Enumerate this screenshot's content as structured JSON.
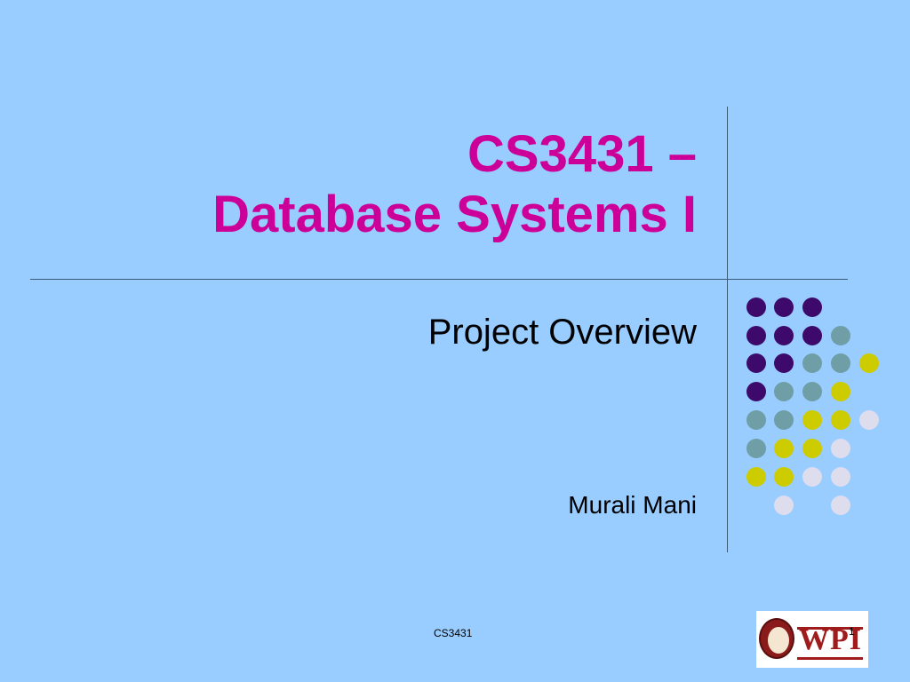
{
  "slide": {
    "title_line1": "CS3431 –",
    "title_line2": "Database Systems I",
    "subtitle": "Project Overview",
    "author": "Murali Mani",
    "footer": "CS3431",
    "page_number": "1"
  },
  "logo": {
    "text": "WPI",
    "icon": "wpi-seal-icon"
  },
  "colors": {
    "background": "#99ccff",
    "title": "#cc0099",
    "dot_purple": "#3d0a6b",
    "dot_teal": "#6f9ea6",
    "dot_yellow": "#cccc00",
    "dot_lavender": "#ddddee"
  }
}
